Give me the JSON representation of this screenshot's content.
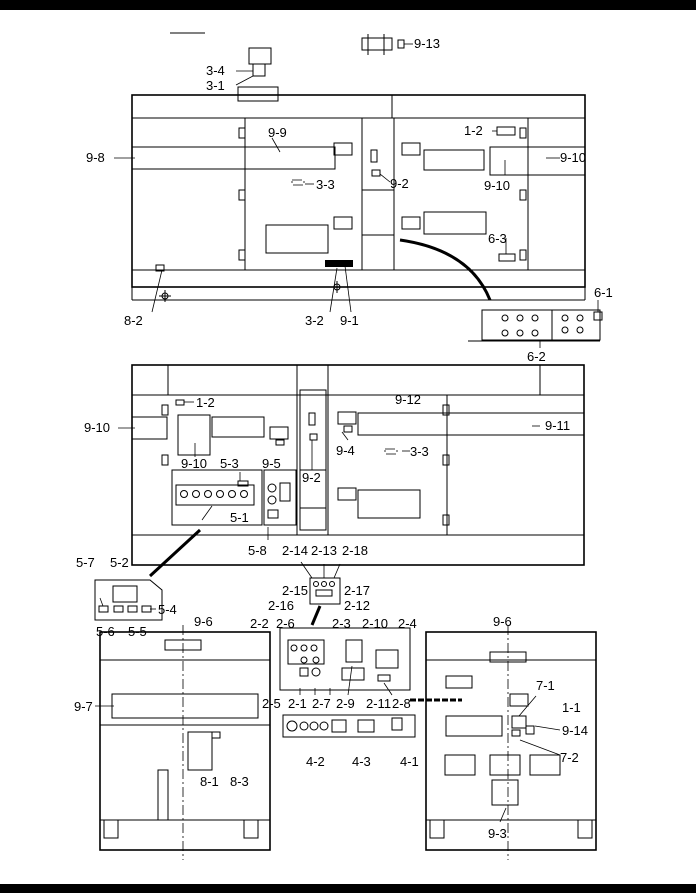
{
  "labels": {
    "l_9_13": "9-13",
    "l_3_4": "3-4",
    "l_3_1": "3-1",
    "l_9_8": "9-8",
    "l_9_9": "9-9",
    "l_3_3a": "3-3",
    "l_9_2a": "9-2",
    "l_1_2a": "1-2",
    "l_9_10a": "9-10",
    "l_9_10b": "9-10",
    "l_6_3": "6-3",
    "l_8_2": "8-2",
    "l_3_2": "3-2",
    "l_9_1": "9-1",
    "l_6_1": "6-1",
    "l_6_2": "6-2",
    "l_1_2b": "1-2",
    "l_9_12": "9-12",
    "l_9_10c": "9-10",
    "l_9_11": "9-11",
    "l_9_10d": "9-10",
    "l_9_5": "9-5",
    "l_9_2b": "9-2",
    "l_9_4": "9-4",
    "l_3_3b": "3-3",
    "l_5_3": "5-3",
    "l_5_1": "5-1",
    "l_5_8": "5-8",
    "l_2_14": "2-14",
    "l_2_13": "2-13",
    "l_2_18": "2-18",
    "l_5_7": "5-7",
    "l_5_2": "5-2",
    "l_2_15": "2-15",
    "l_2_17": "2-17",
    "l_2_16": "2-16",
    "l_2_12": "2-12",
    "l_5_6": "5-6",
    "l_5_5": "5-5",
    "l_5_4": "5-4",
    "l_9_6a": "9-6",
    "l_9_6b": "9-6",
    "l_2_2": "2-2",
    "l_2_6": "2-6",
    "l_2_3": "2-3",
    "l_2_10": "2-10",
    "l_2_4": "2-4",
    "l_9_7": "9-7",
    "l_7_1": "7-1",
    "l_1_1": "1-1",
    "l_9_14": "9-14",
    "l_2_5": "2-5",
    "l_2_1": "2-1",
    "l_2_7": "2-7",
    "l_2_9": "2-9",
    "l_2_11": "2-11",
    "l_2_8": "2-8",
    "l_7_2": "7-2",
    "l_8_1": "8-1",
    "l_8_3": "8-3",
    "l_4_2": "4-2",
    "l_4_3": "4-3",
    "l_4_1": "4-1",
    "l_9_3": "9-3"
  }
}
